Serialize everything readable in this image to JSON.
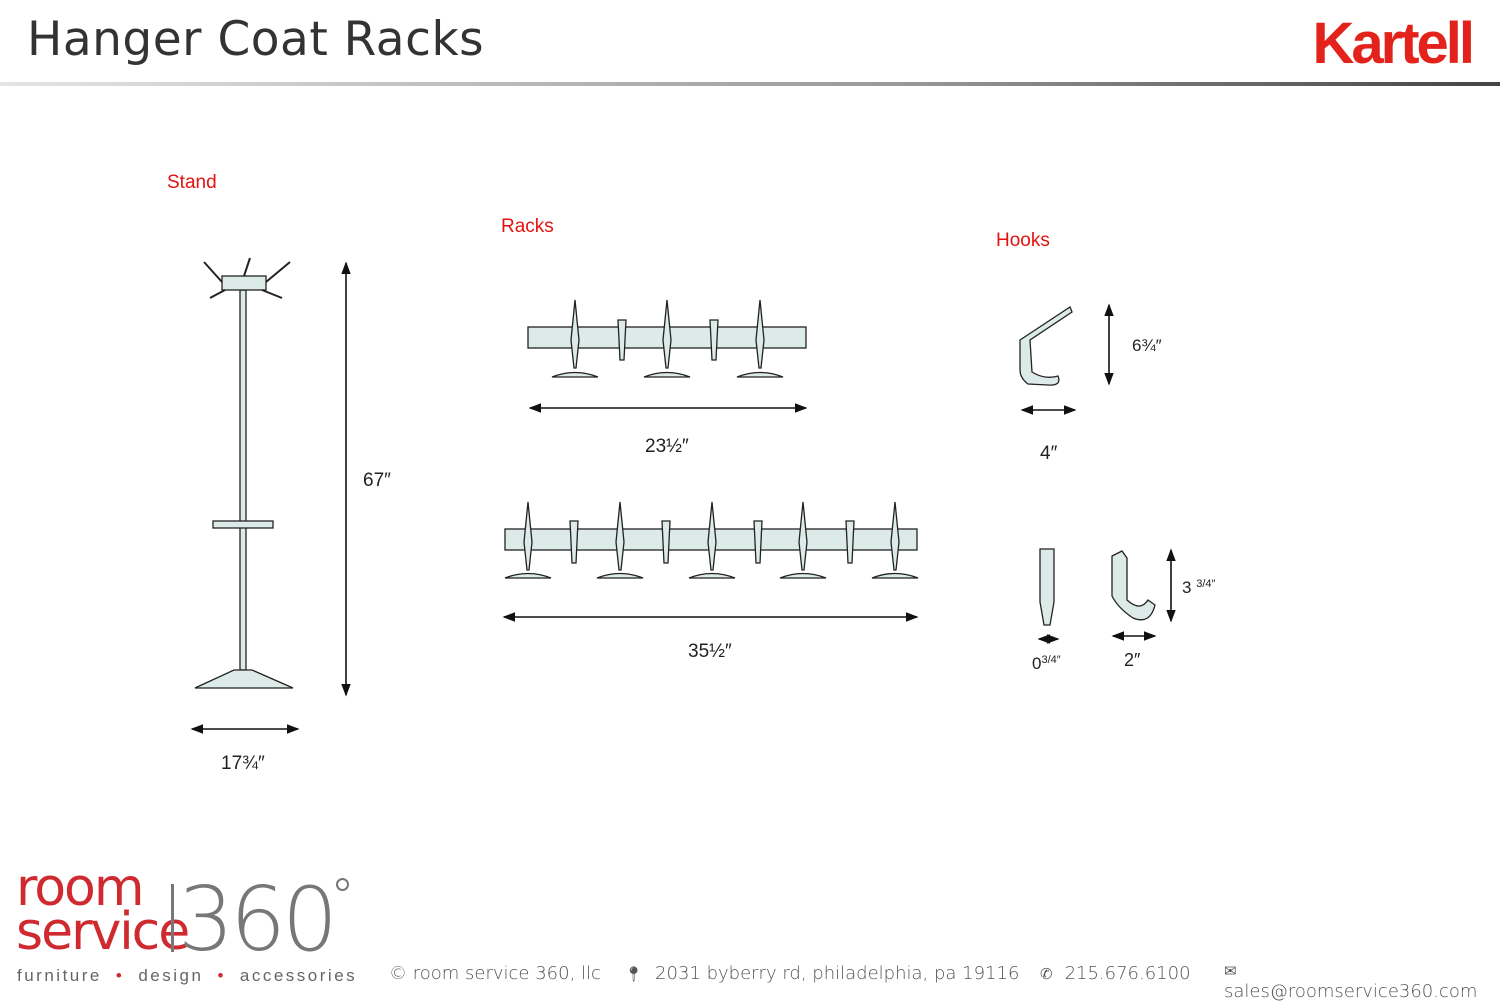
{
  "header": {
    "title": "Hanger Coat Racks",
    "brand": "Kartell"
  },
  "sections": {
    "stand": "Stand",
    "racks": "Racks",
    "hooks": "Hooks"
  },
  "dimensions": {
    "stand_height": "67″",
    "stand_width": "17¾″",
    "rack_small_width": "23½″",
    "rack_large_width": "35½″",
    "hook_height": "6¾″",
    "hook_width": "4″",
    "peg_width_whole": "0",
    "peg_width_frac": "3/4″",
    "small_hook_height_whole": "3",
    "small_hook_height_frac": "3/4″",
    "small_hook_width": "2″"
  },
  "footer": {
    "logo_top": "room",
    "logo_bottom": "service",
    "logo_number": "360",
    "tagline": [
      "furniture",
      "design",
      "accessories"
    ],
    "copyright": "© room service 360, llc",
    "address": "2031 byberry rd, philadelphia, pa 19116",
    "phone": "215.676.6100",
    "email": "sales@roomservice360.com"
  },
  "colors": {
    "accent": "#e3130f",
    "fill": "#dceae8"
  }
}
